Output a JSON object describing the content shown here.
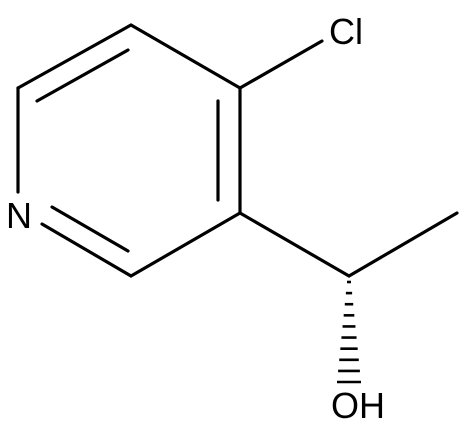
{
  "atoms": {
    "chlorine": "Cl",
    "nitrogen": "N",
    "hydroxyl": "OH"
  },
  "colors": {
    "background": "#ffffff",
    "bond": "#000000",
    "label": "#000000"
  }
}
